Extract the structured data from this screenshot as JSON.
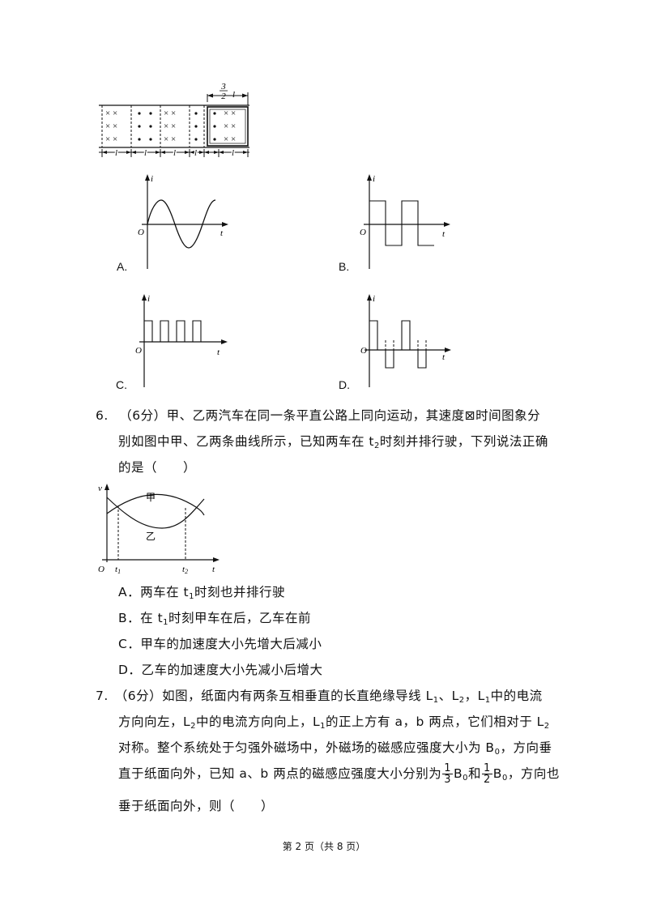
{
  "figure_top": {
    "dim_top_num": "3",
    "dim_top_den": "2",
    "dim_top_var": "l",
    "dim_bottom_label": "l"
  },
  "graphs": {
    "axis_i": "i",
    "axis_t": "t",
    "origin": "O"
  },
  "options_q5": [
    {
      "label": "A."
    },
    {
      "label": "B."
    },
    {
      "label": "C."
    },
    {
      "label": "D."
    }
  ],
  "q6": {
    "number": "6.",
    "score": "（6分）",
    "line1": "甲、乙两汽车在同一条平直公路上同向运动，其速度⊠时间图象分",
    "line2": "别如图中甲、乙两条曲线所示，已知两车在 t",
    "line2_sub": "2",
    "line2_rest": "时刻并排行驶，下列说法正确",
    "line3": "的是（　　）",
    "graph": {
      "v": "v",
      "t": "t",
      "O": "O",
      "t1": "t",
      "t1_sub": "1",
      "t2": "t",
      "t2_sub": "2",
      "jia": "甲",
      "yi": "乙"
    },
    "options": [
      {
        "label": "A．",
        "pre": "两车在 t",
        "sub": "1",
        "post": "时刻也并排行驶"
      },
      {
        "label": "B．",
        "pre": "在 t",
        "sub": "1",
        "post": "时刻甲车在后，乙车在前"
      },
      {
        "label": "C．",
        "pre": "甲车的加速度大小先增大后减小",
        "sub": "",
        "post": ""
      },
      {
        "label": "D．",
        "pre": "乙车的加速度大小先减小后增大",
        "sub": "",
        "post": ""
      }
    ]
  },
  "q7": {
    "number": "7.",
    "score": "（6分）",
    "l1_a": "如图，纸面内有两条互相垂直的长直绝缘导线 L",
    "l1_s1": "1",
    "l1_b": "、L",
    "l1_s2": "2",
    "l1_c": "，L",
    "l1_s3": "1",
    "l1_d": "中的电流",
    "l2_a": "方向向左，L",
    "l2_s1": "2",
    "l2_b": "中的电流方向向上，L",
    "l2_s2": "1",
    "l2_c": "的正上方有 a，b 两点，它们相对于 L",
    "l2_s3": "2",
    "l3_a": "对称。整个系统处于匀强外磁场中，外磁场的磁感应强度大小为 B",
    "l3_s1": "0",
    "l3_b": "，方向垂",
    "l4_a": "直于纸面向外，已知 a、b 两点的磁感应强度大小分别为",
    "l4_f1_num": "1",
    "l4_f1_den": "3",
    "l4_b": "B",
    "l4_s1": "0",
    "l4_c": "和",
    "l4_f2_num": "1",
    "l4_f2_den": "2",
    "l4_d": "B",
    "l4_s2": "0",
    "l4_e": "，方向也",
    "l5": "垂于纸面向外，则（　　）"
  },
  "footer": {
    "text": "第 2 页（共 8 页）"
  }
}
